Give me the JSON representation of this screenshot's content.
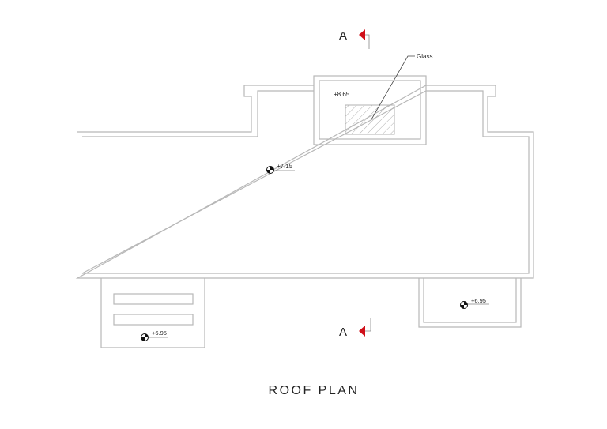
{
  "title": "ROOF PLAN",
  "section_marks": {
    "top": "A",
    "bottom": "A"
  },
  "labels": {
    "glass": "Glass"
  },
  "levels": {
    "skylight": "+8.65",
    "main_roof": "+7.15",
    "left_lower": "+6.95",
    "right_lower": "+6.95"
  },
  "colors": {
    "section_arrow": "#d0101a",
    "lines": "#b8b8b8",
    "text": "#222222"
  }
}
